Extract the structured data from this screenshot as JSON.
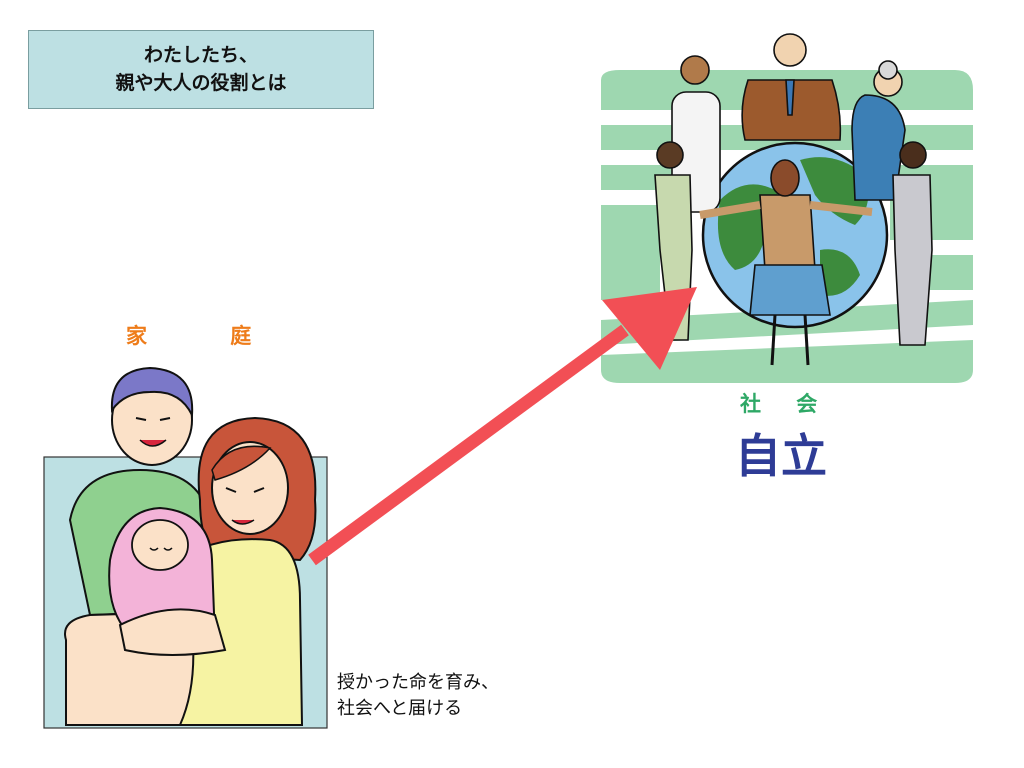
{
  "title": {
    "line1": "わたしたち、",
    "line2": "親や大人の役割とは"
  },
  "family_label": "家 庭",
  "society_label": "社 会",
  "independence_label": "自立",
  "caption": {
    "line1": "授かった命を育み、",
    "line2": "社会へと届ける"
  },
  "colors": {
    "title_bg": "#bde0e3",
    "family_label": "#ee7c1a",
    "society_label": "#2ea866",
    "independence_label": "#2e3c96",
    "arrow": "#f24f55",
    "society_bg": "#9ed7b0"
  },
  "icons": {
    "family": "family-with-baby-icon",
    "society": "people-around-globe-icon",
    "arrow": "arrow-up-right-icon"
  }
}
